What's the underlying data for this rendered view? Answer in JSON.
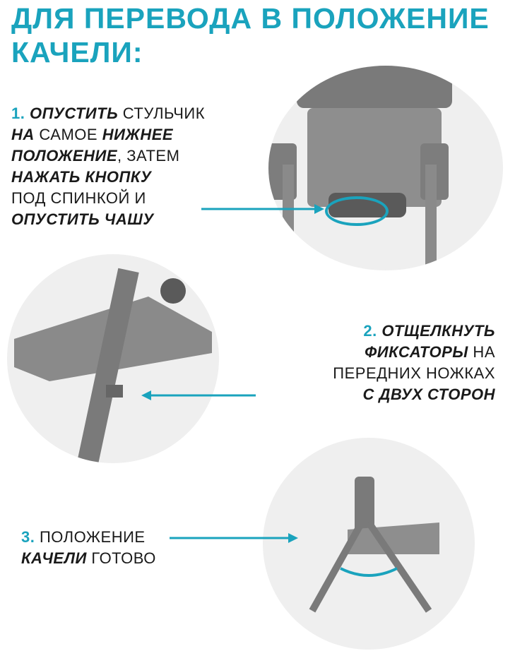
{
  "title": {
    "line1": "ДЛЯ ПЕРЕВОДА В ПОЛОЖЕНИЕ",
    "line2": "КАЧЕЛИ:"
  },
  "accent": "#1aa3bd",
  "step1": {
    "num": "1.",
    "lines": [
      [
        {
          "t": "ОПУСТИТЬ",
          "s": "b"
        },
        {
          "t": " СТУЛЬЧИК",
          "s": "r"
        }
      ],
      [
        {
          "t": "НА",
          "s": "b"
        },
        {
          "t": " САМОЕ ",
          "s": "r"
        },
        {
          "t": "НИЖНЕЕ",
          "s": "b"
        }
      ],
      [
        {
          "t": "ПОЛОЖЕНИЕ",
          "s": "b"
        },
        {
          "t": ", ЗАТЕМ",
          "s": "r"
        }
      ],
      [
        {
          "t": "НАЖАТЬ КНОПКУ",
          "s": "b"
        }
      ],
      [
        {
          "t": "ПОД СПИНКОЙ И",
          "s": "r"
        }
      ],
      [
        {
          "t": "ОПУСТИТЬ ЧАШУ",
          "s": "b"
        }
      ]
    ]
  },
  "step2": {
    "num": "2.",
    "lines": [
      [
        {
          "t": "ОТЩЕЛКНУТЬ",
          "s": "b"
        }
      ],
      [
        {
          "t": "ФИКСАТОРЫ",
          "s": "b"
        },
        {
          "t": " НА",
          "s": "r"
        }
      ],
      [
        {
          "t": "ПЕРЕДНИХ НОЖКАХ",
          "s": "r"
        }
      ],
      [
        {
          "t": "С ДВУХ СТОРОН",
          "s": "b"
        }
      ]
    ]
  },
  "step3": {
    "num": "3.",
    "lines": [
      [
        {
          "t": "ПОЛОЖЕНИЕ",
          "s": "r"
        }
      ],
      [
        {
          "t": "КАЧЕЛИ",
          "s": "b"
        },
        {
          "t": " ГОТОВО",
          "s": "r"
        }
      ]
    ]
  }
}
